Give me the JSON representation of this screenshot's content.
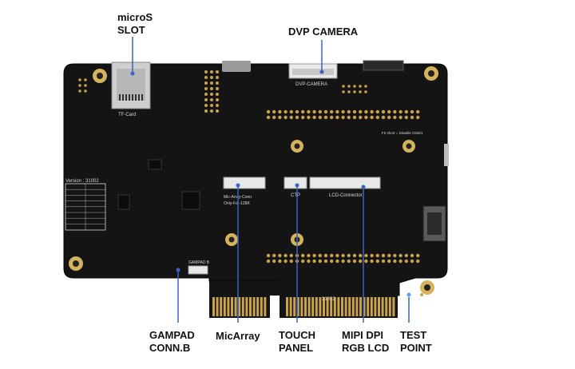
{
  "callouts": {
    "microsd": "microS\nSLOT",
    "dvp_camera": "DVP CAMERA",
    "gampad": "GAMPAD\nCONN.B",
    "micarray": "MicArray",
    "touch_panel": "TOUCH\nPANEL",
    "mipi": "MIPI DPI\nRGB LCD",
    "test_point": "TEST\nPOINT"
  },
  "board_text": {
    "tf_card": "TF-Card",
    "dvp_label": "DVP-CAMERA",
    "version": "Version : 31002",
    "mic_conn": "Mic-Array-Conn",
    "mic_only": "Only-For-128K",
    "ctp": "CTP",
    "lcd_conn": "LCD-Connector",
    "gampad_b": "GAMPAD B",
    "serial": "31002",
    "boot": "F2 short = Disable CM3/4"
  },
  "colors": {
    "board": "#141414",
    "pad": "#c9a24a",
    "callout_line": "#3b63c4",
    "silkscreen": "#d8d8d8"
  }
}
